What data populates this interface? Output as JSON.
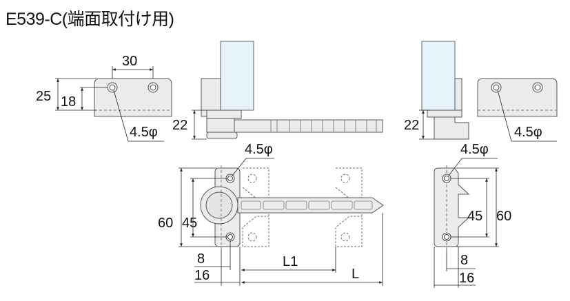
{
  "title": "E539-C(端面取付け用)",
  "dimensions": {
    "top_plate_pitch": "30",
    "top_plate_height": "25",
    "top_plate_hole_height": "18",
    "hole_diameter": "4.5φ",
    "side_height_left": "22",
    "side_height_right": "22",
    "front_height": "60",
    "front_hole_pitch": "45",
    "offset_8": "8",
    "width_16": "16",
    "length_l1": "L1",
    "length_l": "L"
  }
}
